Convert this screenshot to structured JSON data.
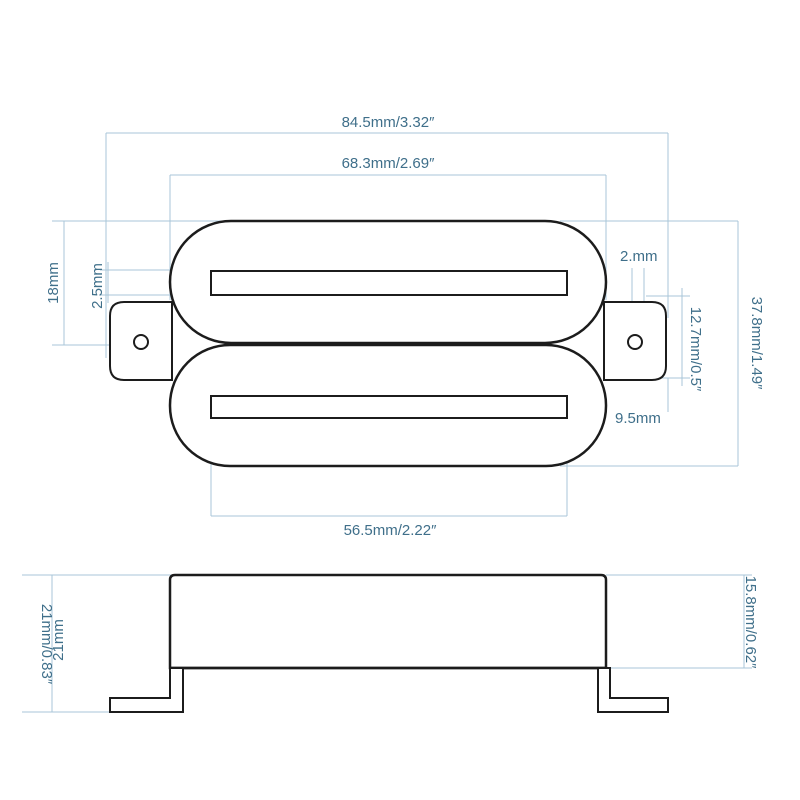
{
  "colors": {
    "outline": "#1c1c1c",
    "dimension_line": "#a9c6d8",
    "dimension_text": "#3f6f8a",
    "background": "#ffffff"
  },
  "top_view": {
    "overall_length": "84.5mm/3.32″",
    "cover_length": "68.3mm/2.69″",
    "blade_length": "56.5mm/2.22″",
    "overall_width": "37.8mm/1.49″",
    "coil_width": "18mm",
    "blade_offset": "2.5mm",
    "blade_thickness": "2.mm",
    "mount_spacing": "12.7mm/0.5″",
    "tab_length": "9.5mm"
  },
  "side_view": {
    "total_height": "21mm/0.83″",
    "height_short": "21mm",
    "cover_height": "15.8mm/0.62″"
  }
}
